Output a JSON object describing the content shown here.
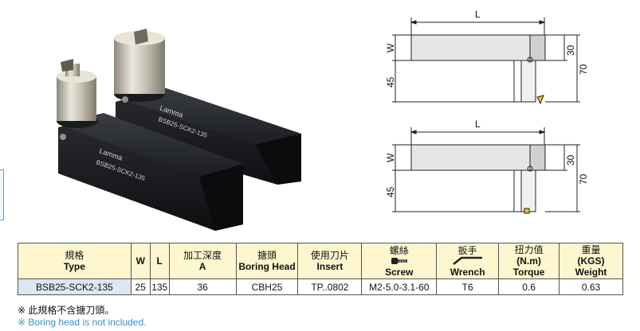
{
  "photo": {
    "brand": "Lamma",
    "model_text": "BSB25-SCK2-135"
  },
  "drawing": {
    "dim_L": "L",
    "dim_W": "W",
    "dim_45": "45",
    "dim_30": "30",
    "dim_70": "70"
  },
  "table": {
    "headers": [
      {
        "zh": "規格",
        "en": "Type"
      },
      {
        "zh": "",
        "en": "W"
      },
      {
        "zh": "",
        "en": "L"
      },
      {
        "zh": "加工深度",
        "en": "A"
      },
      {
        "zh": "搪頭",
        "en": "Boring Head"
      },
      {
        "zh": "使用刀片",
        "en": "Insert"
      },
      {
        "zh": "螺絲",
        "en": "Screw"
      },
      {
        "zh": "扳手",
        "en": "Wrench"
      },
      {
        "zh": "扭力值",
        "en": "(N.m)",
        "en2": "Torque"
      },
      {
        "zh": "重量",
        "en": "(KGS)",
        "en2": "Weight"
      }
    ],
    "rows": [
      [
        "BSB25-SCK2-135",
        "25",
        "135",
        "36",
        "CBH25",
        "TP..0802",
        "M2-5.0-3.1-60",
        "T6",
        "0.6",
        "0.63"
      ]
    ]
  },
  "notes": {
    "zh": "※ 此規格不含搪刀頭。",
    "en": "※ Boring head is not included."
  },
  "colors": {
    "header_bg": "#fdf6cf",
    "type_cell_bg": "#dbe7f2",
    "note_en": "#3a8fc9"
  }
}
